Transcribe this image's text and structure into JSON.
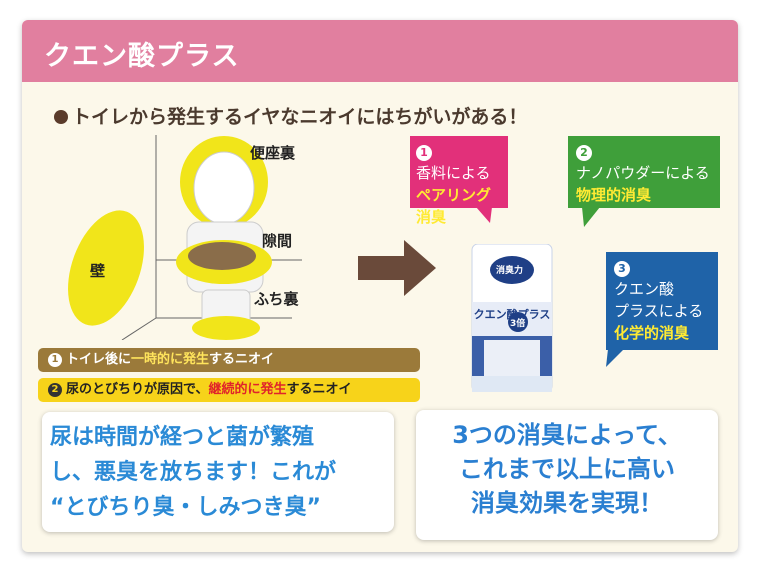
{
  "header": {
    "title": "クエン酸プラス"
  },
  "subtitle": "トイレから発生するイヤなニオイにはちがいがある！",
  "toilet_labels": {
    "seat_back": "便座裏",
    "gap": "隙間",
    "rim_back": "ふち裏",
    "wall": "壁"
  },
  "pills": [
    {
      "num": "1",
      "pre": "トイレ後に",
      "em": "一時的に発生",
      "post": "するニオイ"
    },
    {
      "num": "2",
      "pre": "尿のとびちりが原因で、",
      "em": "継続的に発生",
      "post": "するニオイ"
    }
  ],
  "left_box": {
    "lines": [
      "尿は時間が経つと菌が繁殖",
      "し、悪臭を放ちます！これが",
      "“とびちり臭・しみつき臭”"
    ]
  },
  "right_box": {
    "lines": [
      "3つの消臭によって、",
      "これまで以上に高い",
      "消臭効果を実現！"
    ]
  },
  "callouts": [
    {
      "num": "1",
      "line1": "香料による",
      "highlight": "ペアリング消臭",
      "color": "#e2307a"
    },
    {
      "num": "2",
      "line1": "ナノパウダーによる",
      "highlight": "物理的消臭",
      "color": "#3f9f3a"
    },
    {
      "num": "3",
      "line1": "クエン酸",
      "line2": "プラスによる",
      "highlight": "化学的消臭",
      "color": "#1f63a8"
    }
  ],
  "product": {
    "brand": "消臭力",
    "name": "クエン酸プラス",
    "badge": "3倍"
  },
  "colors": {
    "header": "#e17f9f",
    "panel": "#fcf8ea",
    "pill1": "#9b7a3a",
    "pill2": "#f7d31a",
    "box_text": "#2a8ad6",
    "arrow": "#6a4a3a"
  }
}
